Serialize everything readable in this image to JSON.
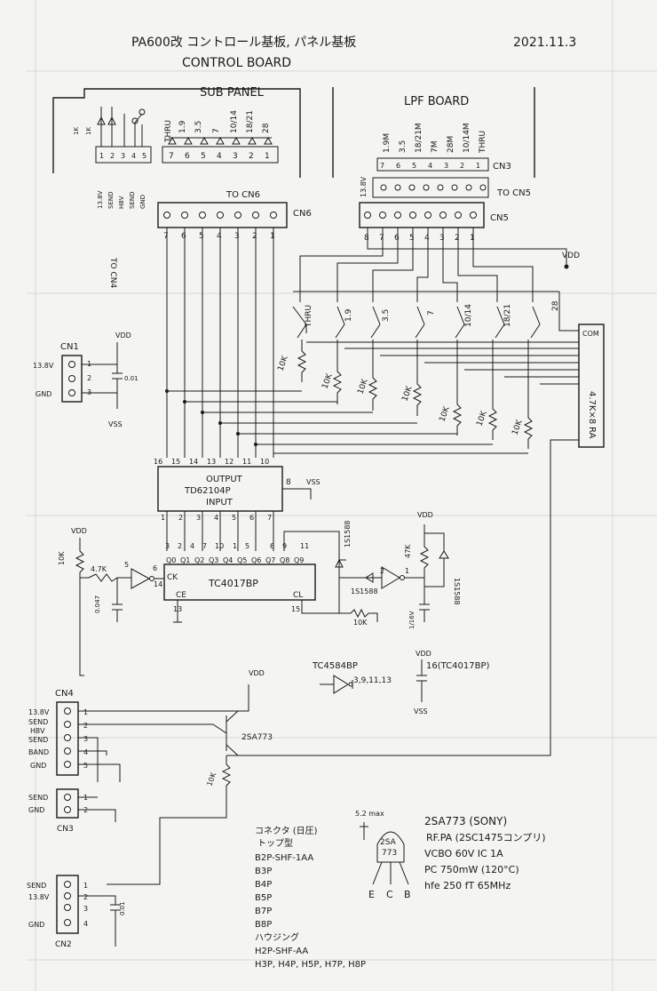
{
  "header": {
    "title_jp": "PA600改 コントロール基板, パネル基板",
    "title_en": "CONTROL BOARD",
    "date": "2021.11.3"
  },
  "sub_panel": {
    "title": "SUB PANEL",
    "led_labels": [
      "THRU",
      "1.9",
      "3.5",
      "7",
      "10/14",
      "18/21",
      "28"
    ],
    "led_pins": [
      "7",
      "6",
      "5",
      "4",
      "3",
      "2",
      "1"
    ],
    "left_pins": [
      "1",
      "2",
      "3",
      "4",
      "5"
    ],
    "left_pin_labels": [
      "13.8V",
      "SEND",
      "H8V",
      "SEND",
      "GND"
    ],
    "resistor_labels": [
      "1K",
      "1K"
    ],
    "to_cn4": "TO CN4",
    "to_cn6": "TO CN6"
  },
  "lpf_board": {
    "title": "LPF BOARD",
    "labels": [
      "1.9M",
      "3.5",
      "18/21M",
      "7M",
      "28M",
      "10/14M",
      "THRU"
    ],
    "cn3_pins": [
      "7",
      "6",
      "5",
      "4",
      "3",
      "2",
      "1"
    ],
    "cn3_label": "CN3",
    "label_138": "13.8V",
    "to_cn5": "TO CN5"
  },
  "connectors": {
    "cn6": {
      "label": "CN6",
      "pins": [
        "7",
        "6",
        "5",
        "4",
        "3",
        "2",
        "1"
      ]
    },
    "cn5": {
      "label": "CN5",
      "pins": [
        "8",
        "7",
        "6",
        "5",
        "4",
        "3",
        "2",
        "1"
      ]
    },
    "cn1": {
      "label": "CN1",
      "pins": [
        "1",
        "2",
        "3"
      ],
      "pin_labels": [
        "13.8V",
        "GND"
      ]
    },
    "cn4": {
      "label": "CN4",
      "pins": [
        "1",
        "2",
        "3",
        "4",
        "5"
      ],
      "pin_labels": [
        "13.8V",
        "SEND",
        "H8V",
        "SEND",
        "BAND",
        "GND"
      ]
    },
    "cn3": {
      "label": "CN3",
      "pins": [
        "1",
        "2"
      ],
      "pin_labels": [
        "SEND",
        "GND"
      ]
    },
    "cn2": {
      "label": "CN2",
      "pins": [
        "1",
        "2",
        "3",
        "4"
      ],
      "pin_labels": [
        "SEND",
        "13.8V",
        "GND"
      ]
    }
  },
  "transistor_row": {
    "labels": [
      "THRU",
      "1.9",
      "3.5",
      "7",
      "10/14",
      "18/21",
      "28"
    ],
    "resistors": [
      "10K",
      "10K",
      "10K",
      "10K",
      "10K",
      "10K",
      "10K"
    ],
    "vdd": "VDD"
  },
  "resistor_array": {
    "label": "4.7K×8",
    "com": "COM",
    "part": "RA"
  },
  "power": {
    "vdd": "VDD",
    "vss": "VSS",
    "cap_01": "0.01"
  },
  "driver_ic": {
    "top_pins": [
      "16",
      "15",
      "14",
      "13",
      "12",
      "11",
      "10"
    ],
    "output": "OUTPUT",
    "part": "TD62104P",
    "input": "INPUT",
    "pin8": "8",
    "vss": "VSS",
    "bottom_pins": [
      "1",
      "2",
      "3",
      "4",
      "5",
      "6",
      "7"
    ]
  },
  "counter_ic": {
    "part": "TC4017BP",
    "top_pins": [
      "3",
      "2",
      "4",
      "7",
      "10",
      "1",
      "5",
      "6",
      "9",
      "11"
    ],
    "outputs": [
      "Q0",
      "Q1",
      "Q2",
      "Q3",
      "Q4",
      "Q5",
      "Q6",
      "Q7",
      "Q8",
      "Q9"
    ],
    "ck": "CK",
    "ce": "CE",
    "cl": "CL",
    "pin14": "14",
    "pin13": "13",
    "pin15": "15"
  },
  "input_section": {
    "r10k": "10K",
    "r47k": "4.7K",
    "cap": "0.047",
    "inv_pins": [
      "5",
      "6"
    ]
  },
  "reset_section": {
    "diode1": "1S1588",
    "diode2": "1S1588",
    "diode3": "1S1588",
    "r47k": "47K",
    "r10k": "10K",
    "cap": "1/16V",
    "inv_pins": [
      "2",
      "1"
    ]
  },
  "notes": {
    "tc4584": "TC4584BP",
    "unused_pins": "3,9,11,13",
    "pin16_note": "16(TC4017BP)",
    "vss": "VSS"
  },
  "transistor_2sa": {
    "label": "2SA773",
    "r10k": "10K"
  },
  "spec": {
    "title": "2SA773 (SONY)",
    "line2": "RF.PA (2SC1475コンプリ)",
    "line3": "VCBO 60V  IC 1A",
    "line4": "PC 750mW (120°C)",
    "line5": "hfe 250  fT 65MHz",
    "max_note": "5.2 max",
    "body_label_1": "2SA",
    "body_label_2": "773",
    "pins": [
      "E",
      "C",
      "B"
    ]
  },
  "connector_list": {
    "title": "コネクタ (日圧)",
    "subtitle": "トップ型",
    "items": [
      "B2P-SHF-1AA",
      "B3P",
      "B4P",
      "B5P",
      "B7P",
      "B8P"
    ],
    "housing": "ハウジング",
    "housing_part": "H2P-SHF-AA",
    "housing_more": "H3P, H4P, H5P, H7P, H8P"
  }
}
